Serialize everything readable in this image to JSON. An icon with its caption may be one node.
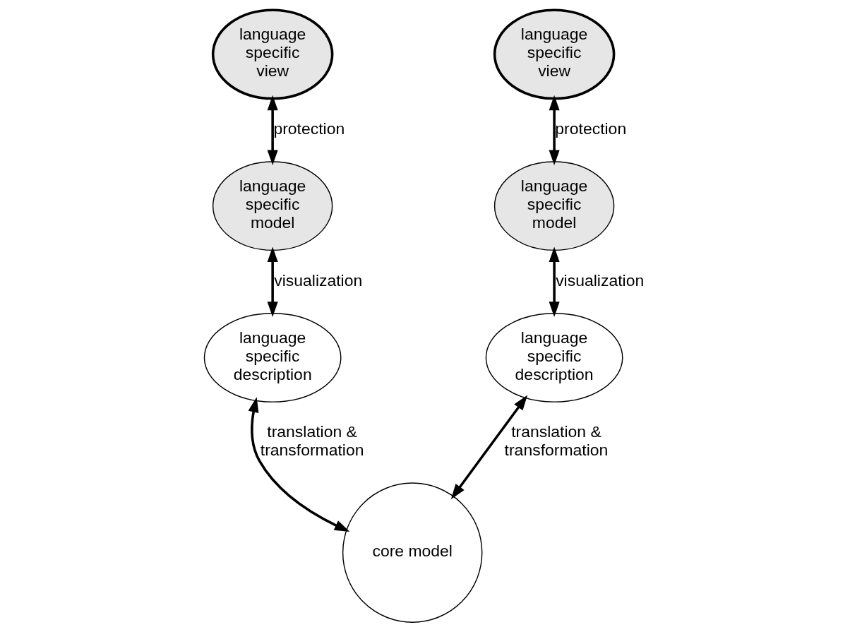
{
  "diagram": {
    "nodes": [
      {
        "text": [
          "language specific view"
        ]
      },
      {
        "text": [
          "language specific view"
        ]
      },
      {
        "text": [
          "language specific model"
        ]
      },
      {
        "text": [
          "language specific model"
        ]
      },
      {
        "text": [
          "language specific description"
        ]
      },
      {
        "text": [
          "language specific description"
        ]
      },
      {
        "text": [
          "core model"
        ]
      }
    ],
    "edges": [
      {
        "from": 0,
        "to": 2,
        "arrow": "both",
        "label": "protection"
      },
      {
        "from": 1,
        "to": 3,
        "arrow": "both",
        "label": "protection"
      },
      {
        "from": 2,
        "to": 4,
        "arrow": "both",
        "label": "visualization"
      },
      {
        "from": 3,
        "to": 5,
        "arrow": "both",
        "label": "visualization"
      },
      {
        "from": 4,
        "to": 6,
        "arrow": "both",
        "label": "translation & transformation"
      },
      {
        "from": 5,
        "to": 6,
        "arrow": "both",
        "label": "translation & transformation"
      }
    ]
  }
}
